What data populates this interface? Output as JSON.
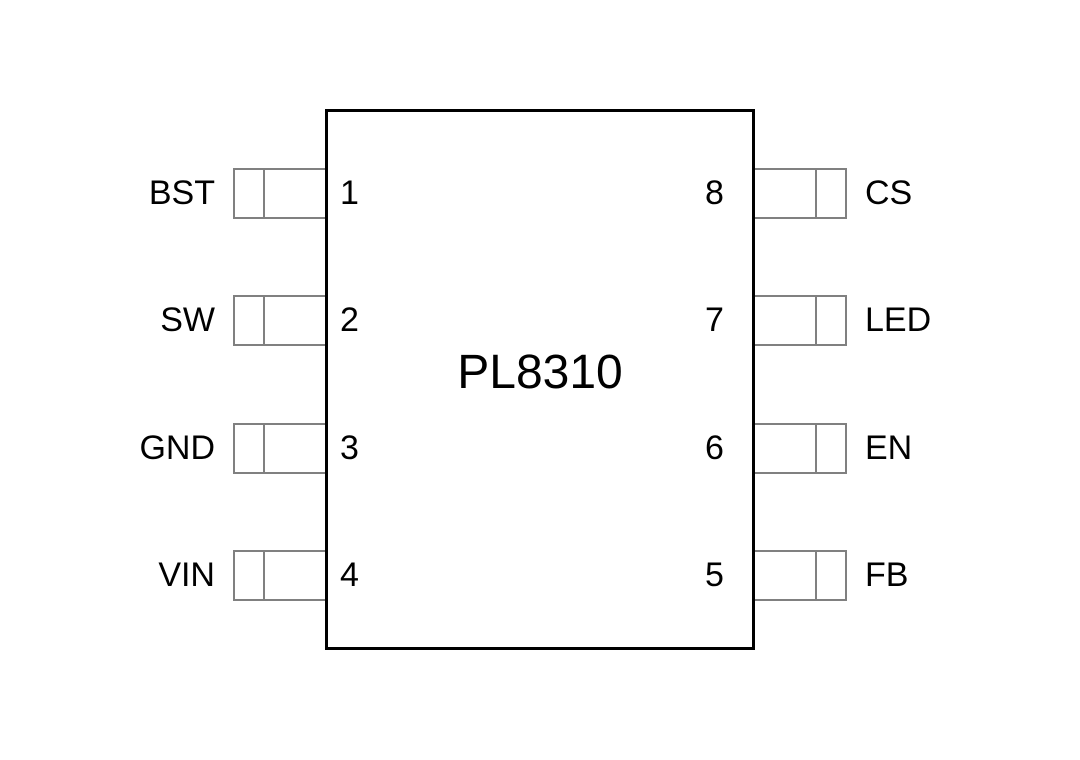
{
  "part_number": "PL8310",
  "pins": {
    "left": [
      {
        "number": "1",
        "name": "BST"
      },
      {
        "number": "2",
        "name": "SW"
      },
      {
        "number": "3",
        "name": "GND"
      },
      {
        "number": "4",
        "name": "VIN"
      }
    ],
    "right": [
      {
        "number": "8",
        "name": "CS"
      },
      {
        "number": "7",
        "name": "LED"
      },
      {
        "number": "6",
        "name": "EN"
      },
      {
        "number": "5",
        "name": "FB"
      }
    ]
  },
  "colors": {
    "background": "#ffffff",
    "body_stroke": "#000000",
    "pin_stroke": "#808080",
    "text": "#000000"
  }
}
